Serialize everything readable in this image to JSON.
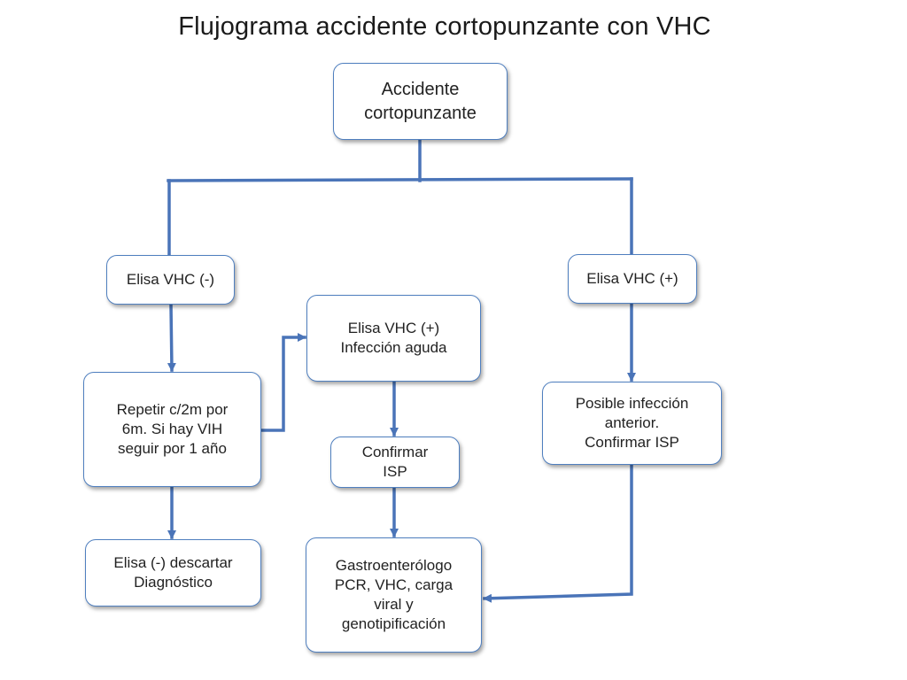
{
  "title": "Flujograma accidente cortopunzante con VHC",
  "colors": {
    "line": "#4a74b8",
    "box_border": "#4f7fbf"
  },
  "nodes": {
    "accidente": "Accidente\ncortopunzante",
    "elisa_neg": "Elisa VHC  (-)",
    "elisa_pos": "Elisa VHC (+)",
    "aguda": "Elisa VHC (+)\nInfección aguda",
    "repetir": "Repetir c/2m por\n6m. Si hay VIH\nseguir por 1 año",
    "confirmar_isp": "Confirmar\nISP",
    "posible": "Posible infección\nanterior.\nConfirmar ISP",
    "descartar": "Elisa (-) descartar\nDiagnóstico",
    "gastro": "Gastroenterólogo\nPCR, VHC, carga\nviral y\ngenotipificación"
  }
}
